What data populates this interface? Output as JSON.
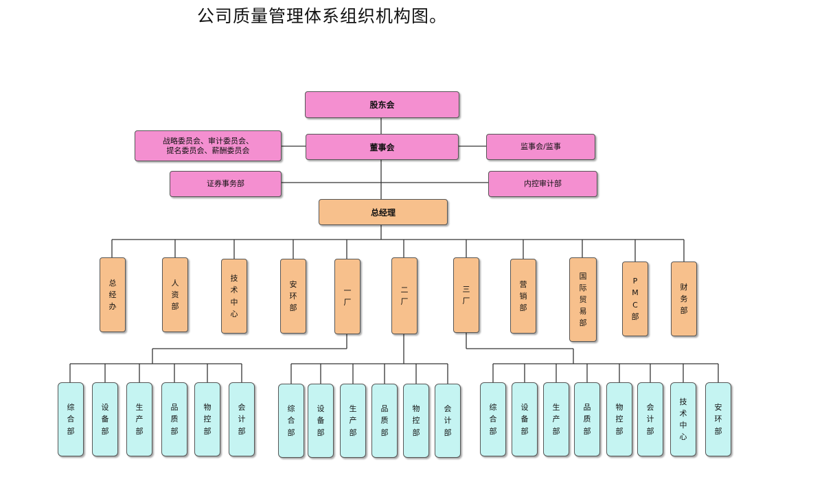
{
  "title": "公司质量管理体系组织机构图。",
  "nodes": {
    "shareholders": "股东会",
    "board": "董事会",
    "committees_1": "战略委员会、审计委员会、",
    "committees_2": "提名委员会、薪酬委员会",
    "supervisors": "监事会/监事",
    "securities": "证券事务部",
    "internal_audit": "内控审计部",
    "gm": "总经理"
  },
  "departments": [
    [
      "总",
      "经",
      "办"
    ],
    [
      "人",
      "资",
      "部"
    ],
    [
      "技",
      "术",
      "中",
      "心"
    ],
    [
      "安",
      "环",
      "部"
    ],
    [
      "一",
      "厂"
    ],
    [
      "二",
      "厂"
    ],
    [
      "三",
      "厂"
    ],
    [
      "营",
      "销",
      "部"
    ],
    [
      "国",
      "际",
      "贸",
      "易",
      "部"
    ],
    [
      "P",
      "M",
      "C",
      "部"
    ],
    [
      "财",
      "务",
      "部"
    ]
  ],
  "factory_units": [
    [
      "综",
      "合",
      "部"
    ],
    [
      "设",
      "备",
      "部"
    ],
    [
      "生",
      "产",
      "部"
    ],
    [
      "品",
      "质",
      "部"
    ],
    [
      "物",
      "控",
      "部"
    ],
    [
      "会",
      "计",
      "部"
    ],
    [
      "技",
      "术",
      "中",
      "心"
    ],
    [
      "安",
      "环",
      "部"
    ]
  ],
  "colors": {
    "top": "#f48fd0",
    "middle": "#f7c08c",
    "bottom": "#c5f4f2",
    "line": "#333333"
  }
}
